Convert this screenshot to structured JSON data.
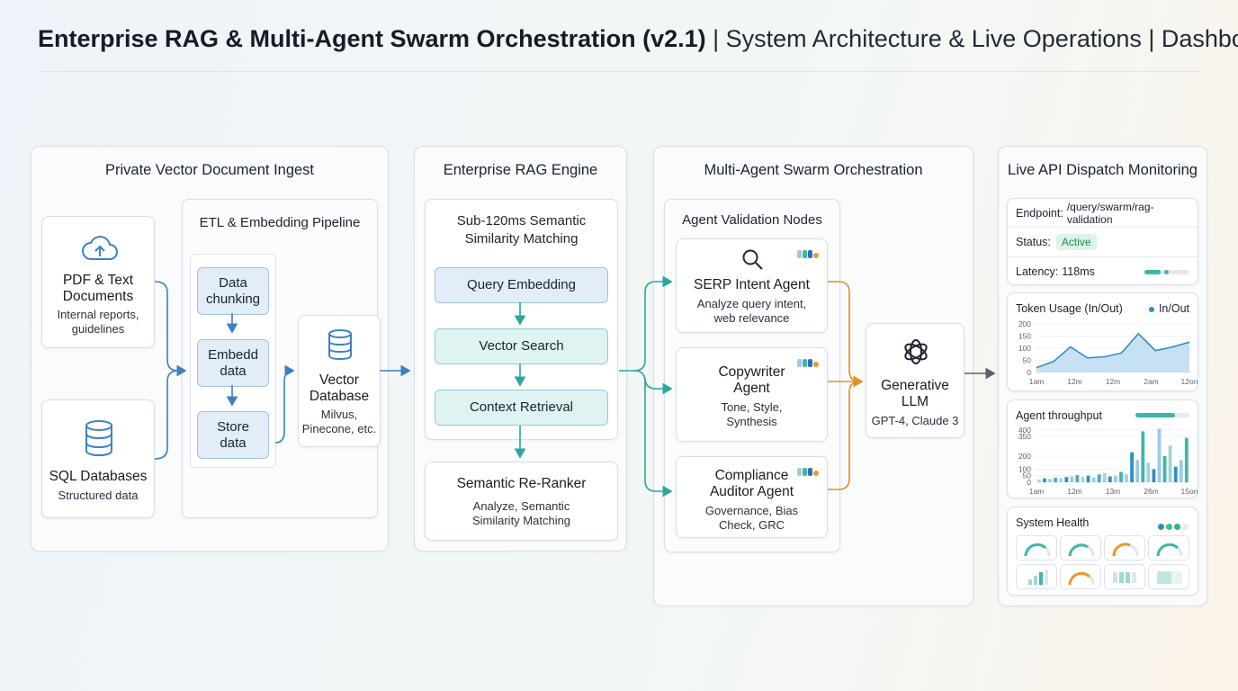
{
  "header": {
    "title_bold": "Enterprise RAG & Multi-Agent Swarm Orchestration (v2.1)",
    "title_rest": " | System Architecture & Live Operations | Dashboard"
  },
  "ingest": {
    "title": "Private Vector Document Ingest",
    "pdf": {
      "title": "PDF & Text Documents",
      "desc": "Internal reports, guidelines",
      "icon": "cloud-upload-icon"
    },
    "sql": {
      "title": "SQL Databases",
      "desc": "Structured data",
      "icon": "database-icon"
    },
    "etl": {
      "title": "ETL & Embedding Pipeline",
      "steps": [
        "Data chunking",
        "Embedd data",
        "Store data"
      ]
    },
    "vector_db": {
      "title": "Vector Database",
      "desc": "Milvus, Pinecone, etc.",
      "icon": "database-icon"
    }
  },
  "rag": {
    "title": "Enterprise RAG Engine",
    "matching_title": "Sub-120ms Semantic Similarity Matching",
    "steps": [
      "Query Embedding",
      "Vector Search",
      "Context Retrieval"
    ],
    "reranker": {
      "title": "Semantic Re-Ranker",
      "desc": "Analyze, Semantic Similarity Matching"
    }
  },
  "swarm": {
    "title": "Multi-Agent Swarm Orchestration",
    "nodes_title": "Agent Validation Nodes",
    "agents": [
      {
        "title": "SERP Intent Agent",
        "desc": "Analyze query intent, web relevance",
        "icon": "search-icon"
      },
      {
        "title": "Copywriter Agent",
        "desc": "Tone, Style, Synthesis"
      },
      {
        "title": "Compliance Auditor Agent",
        "desc": "Governance, Bias Check, GRC"
      }
    ],
    "llm": {
      "title": "Generative LLM",
      "desc": "GPT-4, Claude 3",
      "icon": "openai-logo-icon"
    }
  },
  "monitor": {
    "title": "Live API Dispatch Monitoring",
    "endpoint_label": "Endpoint:",
    "endpoint_value": "/query/swarm/rag-validation",
    "status_label": "Status:",
    "status_value": "Active",
    "latency_label": "Latency:",
    "latency_value": "118ms",
    "token_title": "Token Usage (In/Out)",
    "token_legend": "In/Out",
    "throughput_title": "Agent throughput",
    "health_title": "System Health",
    "colors": {
      "accent": "#2f8fc4",
      "teal": "#3fb6ac",
      "orange": "#e79a2c",
      "green": "#35b37e"
    }
  },
  "chart_data": [
    {
      "type": "area",
      "title": "Token Usage (In/Out)",
      "x": [
        "1am",
        "12m",
        "12m",
        "2am",
        "12on"
      ],
      "ylim": [
        0,
        200
      ],
      "yticks": [
        200,
        150,
        100,
        50,
        0
      ],
      "series": [
        {
          "name": "In/Out",
          "values": [
            20,
            45,
            105,
            60,
            65,
            80,
            160,
            90,
            105,
            125
          ]
        }
      ]
    },
    {
      "type": "bar",
      "title": "Agent throughput",
      "x": [
        "1am",
        "12m",
        "13m",
        "26m",
        "15on"
      ],
      "ylim": [
        0,
        400
      ],
      "yticks": [
        400,
        350,
        200,
        100,
        50,
        0
      ],
      "values": [
        20,
        30,
        25,
        35,
        30,
        40,
        45,
        55,
        40,
        50,
        35,
        60,
        70,
        45,
        50,
        80,
        60,
        230,
        170,
        390,
        150,
        100,
        410,
        200,
        280,
        120,
        170,
        340
      ]
    }
  ]
}
